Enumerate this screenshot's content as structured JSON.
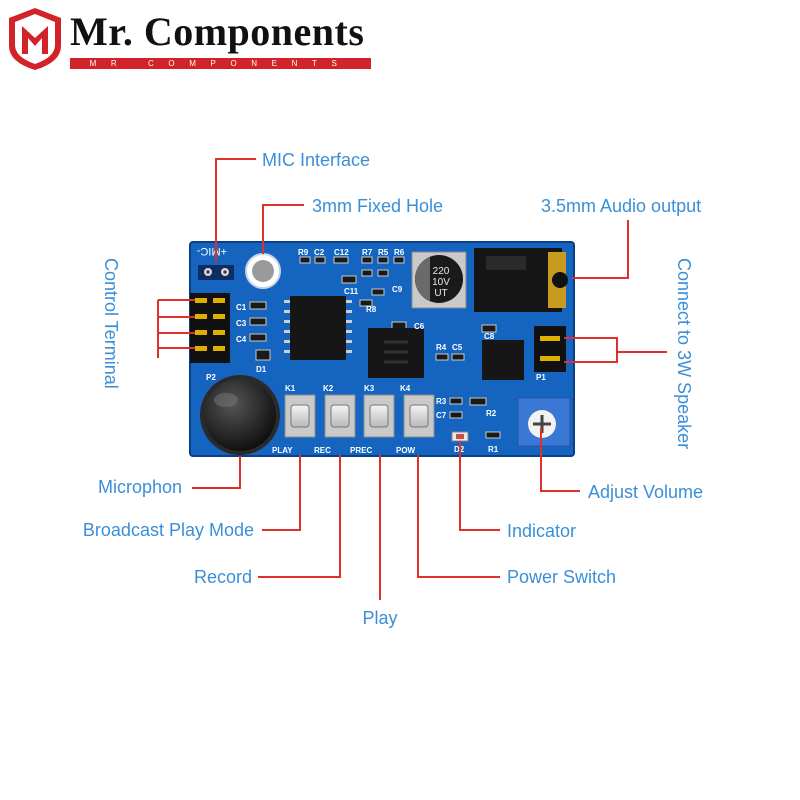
{
  "brand": {
    "title": "Mr. Components",
    "subtitle": "MR COMPONENTS"
  },
  "board_silkscreen": {
    "mic_header": "+MIC-",
    "capacitor": [
      "220",
      "10V",
      "UT"
    ],
    "refs": [
      "R9",
      "C2",
      "C12",
      "R7",
      "R5",
      "R6",
      "C11",
      "R8",
      "C9",
      "C1",
      "C3",
      "C4",
      "D1",
      "P2",
      "C6",
      "R4",
      "C5",
      "C8",
      "P1",
      "K1",
      "K2",
      "K3",
      "K4",
      "R3",
      "C7",
      "R2",
      "R1",
      "D2"
    ],
    "button_labels": [
      "PLAY",
      "REC",
      "PREC",
      "POW"
    ]
  },
  "callouts": {
    "mic_interface": "MIC Interface",
    "fixed_hole": "3mm Fixed Hole",
    "audio_output": "3.5mm Audio output",
    "control_terminal": "Control Terminal",
    "speaker": "Connect to 3W Speaker",
    "microphone": "Microphon",
    "broadcast": "Broadcast Play Mode",
    "record": "Record",
    "play": "Play",
    "adjust_volume": "Adjust Volume",
    "indicator": "Indicator",
    "power_switch": "Power Switch"
  },
  "colors": {
    "brand_red": "#d2232a",
    "label_blue": "#3a8fd8",
    "leader_red": "#e0302c",
    "pcb_blue": "#1565c0"
  }
}
